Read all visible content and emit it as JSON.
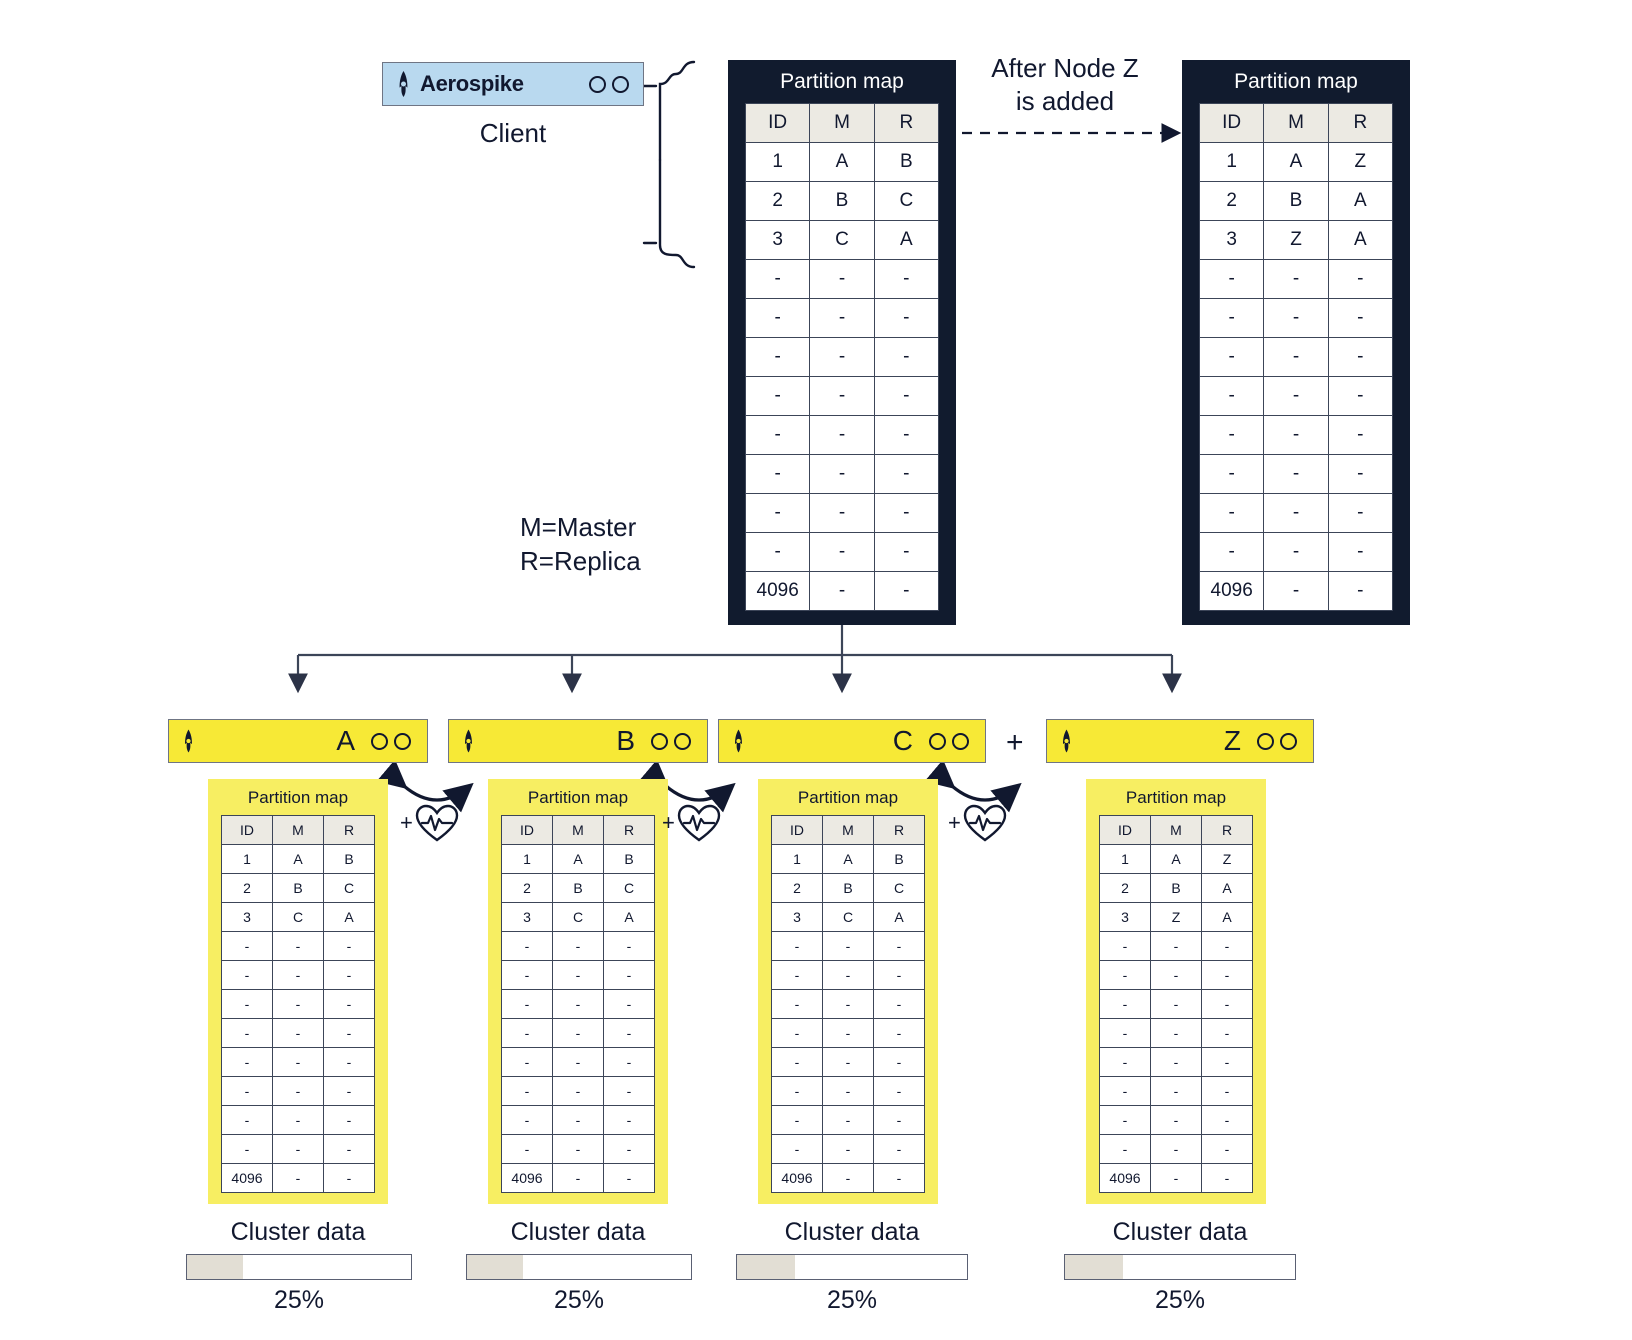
{
  "client": {
    "brand": "Aerospike",
    "caption": "Client",
    "logo_icon": "aerospike-logo-icon",
    "indicator_icons": [
      "circle-indicator-icon",
      "circle-indicator-icon"
    ]
  },
  "legend": {
    "text": "M=Master\nR=Replica"
  },
  "transition": {
    "label": "After Node Z\nis added"
  },
  "partition_map": {
    "title": "Partition map",
    "columns": [
      "ID",
      "M",
      "R"
    ]
  },
  "maps": {
    "before": {
      "title": "Partition map",
      "columns": [
        "ID",
        "M",
        "R"
      ],
      "rows": [
        [
          "1",
          "A",
          "B"
        ],
        [
          "2",
          "B",
          "C"
        ],
        [
          "3",
          "C",
          "A"
        ],
        [
          "-",
          "-",
          "-"
        ],
        [
          "-",
          "-",
          "-"
        ],
        [
          "-",
          "-",
          "-"
        ],
        [
          "-",
          "-",
          "-"
        ],
        [
          "-",
          "-",
          "-"
        ],
        [
          "-",
          "-",
          "-"
        ],
        [
          "-",
          "-",
          "-"
        ],
        [
          "-",
          "-",
          "-"
        ],
        [
          "4096",
          "-",
          "-"
        ]
      ]
    },
    "after": {
      "title": "Partition map",
      "columns": [
        "ID",
        "M",
        "R"
      ],
      "rows": [
        [
          "1",
          "A",
          "Z"
        ],
        [
          "2",
          "B",
          "A"
        ],
        [
          "3",
          "Z",
          "A"
        ],
        [
          "-",
          "-",
          "-"
        ],
        [
          "-",
          "-",
          "-"
        ],
        [
          "-",
          "-",
          "-"
        ],
        [
          "-",
          "-",
          "-"
        ],
        [
          "-",
          "-",
          "-"
        ],
        [
          "-",
          "-",
          "-"
        ],
        [
          "-",
          "-",
          "-"
        ],
        [
          "-",
          "-",
          "-"
        ],
        [
          "4096",
          "-",
          "-"
        ]
      ]
    }
  },
  "nodes": [
    {
      "id": "A",
      "letter": "A",
      "logo_icon": "aerospike-logo-icon",
      "indicator_icons": [
        "circle-indicator-icon",
        "circle-indicator-icon"
      ],
      "map": {
        "title": "Partition map",
        "columns": [
          "ID",
          "M",
          "R"
        ],
        "rows": [
          [
            "1",
            "A",
            "B"
          ],
          [
            "2",
            "B",
            "C"
          ],
          [
            "3",
            "C",
            "A"
          ],
          [
            "-",
            "-",
            "-"
          ],
          [
            "-",
            "-",
            "-"
          ],
          [
            "-",
            "-",
            "-"
          ],
          [
            "-",
            "-",
            "-"
          ],
          [
            "-",
            "-",
            "-"
          ],
          [
            "-",
            "-",
            "-"
          ],
          [
            "-",
            "-",
            "-"
          ],
          [
            "-",
            "-",
            "-"
          ],
          [
            "4096",
            "-",
            "-"
          ]
        ]
      },
      "cluster_data_label": "Cluster data",
      "percent_label": "25%",
      "percent_value": 25
    },
    {
      "id": "B",
      "letter": "B",
      "logo_icon": "aerospike-logo-icon",
      "indicator_icons": [
        "circle-indicator-icon",
        "circle-indicator-icon"
      ],
      "map": {
        "title": "Partition map",
        "columns": [
          "ID",
          "M",
          "R"
        ],
        "rows": [
          [
            "1",
            "A",
            "B"
          ],
          [
            "2",
            "B",
            "C"
          ],
          [
            "3",
            "C",
            "A"
          ],
          [
            "-",
            "-",
            "-"
          ],
          [
            "-",
            "-",
            "-"
          ],
          [
            "-",
            "-",
            "-"
          ],
          [
            "-",
            "-",
            "-"
          ],
          [
            "-",
            "-",
            "-"
          ],
          [
            "-",
            "-",
            "-"
          ],
          [
            "-",
            "-",
            "-"
          ],
          [
            "-",
            "-",
            "-"
          ],
          [
            "4096",
            "-",
            "-"
          ]
        ]
      },
      "cluster_data_label": "Cluster data",
      "percent_label": "25%",
      "percent_value": 25
    },
    {
      "id": "C",
      "letter": "C",
      "logo_icon": "aerospike-logo-icon",
      "indicator_icons": [
        "circle-indicator-icon",
        "circle-indicator-icon"
      ],
      "map": {
        "title": "Partition map",
        "columns": [
          "ID",
          "M",
          "R"
        ],
        "rows": [
          [
            "1",
            "A",
            "B"
          ],
          [
            "2",
            "B",
            "C"
          ],
          [
            "3",
            "C",
            "A"
          ],
          [
            "-",
            "-",
            "-"
          ],
          [
            "-",
            "-",
            "-"
          ],
          [
            "-",
            "-",
            "-"
          ],
          [
            "-",
            "-",
            "-"
          ],
          [
            "-",
            "-",
            "-"
          ],
          [
            "-",
            "-",
            "-"
          ],
          [
            "-",
            "-",
            "-"
          ],
          [
            "-",
            "-",
            "-"
          ],
          [
            "4096",
            "-",
            "-"
          ]
        ]
      },
      "cluster_data_label": "Cluster data",
      "percent_label": "25%",
      "percent_value": 25
    },
    {
      "id": "Z",
      "letter": "Z",
      "logo_icon": "aerospike-logo-icon",
      "indicator_icons": [
        "circle-indicator-icon",
        "circle-indicator-icon"
      ],
      "map": {
        "title": "Partition map",
        "columns": [
          "ID",
          "M",
          "R"
        ],
        "rows": [
          [
            "1",
            "A",
            "Z"
          ],
          [
            "2",
            "B",
            "A"
          ],
          [
            "3",
            "Z",
            "A"
          ],
          [
            "-",
            "-",
            "-"
          ],
          [
            "-",
            "-",
            "-"
          ],
          [
            "-",
            "-",
            "-"
          ],
          [
            "-",
            "-",
            "-"
          ],
          [
            "-",
            "-",
            "-"
          ],
          [
            "-",
            "-",
            "-"
          ],
          [
            "-",
            "-",
            "-"
          ],
          [
            "-",
            "-",
            "-"
          ],
          [
            "4096",
            "-",
            "-"
          ]
        ]
      },
      "cluster_data_label": "Cluster data",
      "percent_label": "25%",
      "percent_value": 25
    }
  ],
  "heartbeats": [
    {
      "plus": "+",
      "icon": "heartbeat-icon"
    },
    {
      "plus": "+",
      "icon": "heartbeat-icon"
    },
    {
      "plus": "+",
      "icon": "heartbeat-icon"
    }
  ],
  "new_node_plus": "+",
  "colors": {
    "panel_dark": "#111b2e",
    "node_yellow": "#f7e936",
    "map_yellow": "#f7ee62",
    "client_blue": "#b9d9ef",
    "bar_fill": "#e2ded4",
    "line": "#3c4558"
  }
}
